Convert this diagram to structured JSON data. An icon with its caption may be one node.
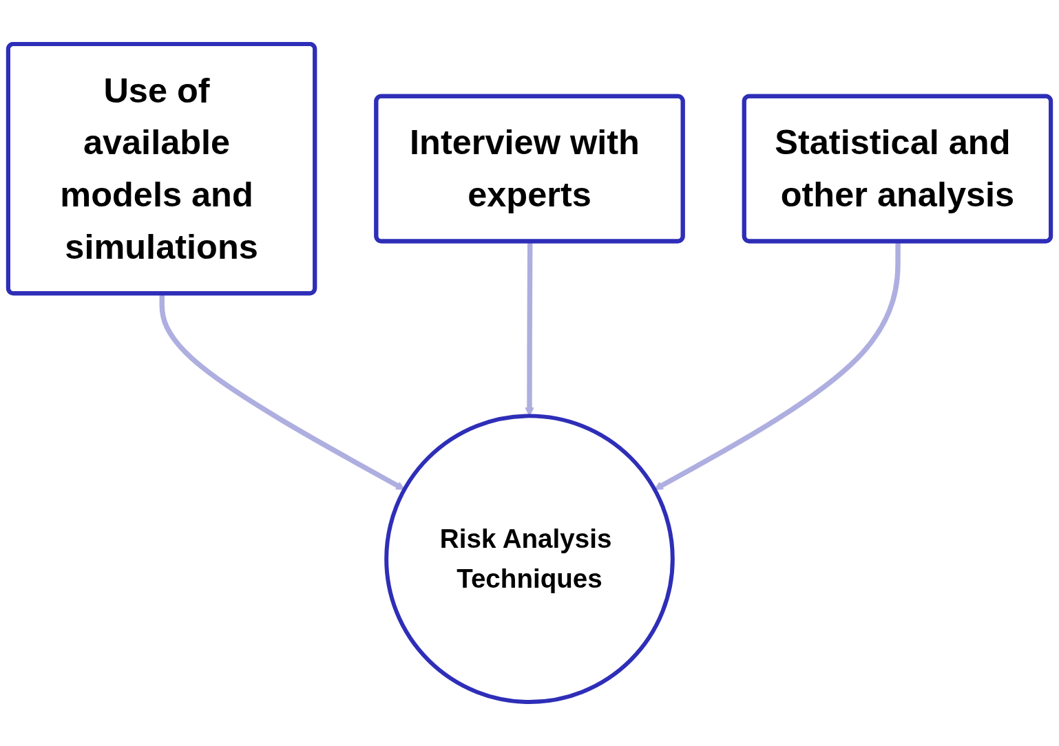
{
  "diagram": {
    "nodes": [
      {
        "text": [
          "Use of available models and simulations"
        ]
      },
      {
        "text": [
          "Interview with experts"
        ]
      },
      {
        "text": [
          "Statistical and other analysis"
        ]
      },
      {
        "text": [
          "Risk Analysis Techniques"
        ]
      }
    ],
    "edges": [
      {
        "from": 0,
        "to": 3,
        "arrow": "to"
      },
      {
        "from": 1,
        "to": 3,
        "arrow": "to"
      },
      {
        "from": 2,
        "to": 3,
        "arrow": "to"
      }
    ]
  }
}
